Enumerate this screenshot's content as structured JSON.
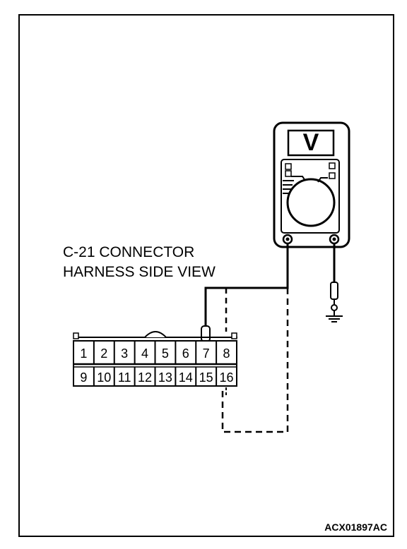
{
  "title_line1": "C-21 CONNECTOR",
  "title_line2": "HARNESS SIDE VIEW",
  "meter_mode": "V",
  "figure_code": "ACX01897AC",
  "pins_row1": [
    "1",
    "2",
    "3",
    "4",
    "5",
    "6",
    "7",
    "8"
  ],
  "pins_row2": [
    "9",
    "10",
    "11",
    "12",
    "13",
    "14",
    "15",
    "16"
  ],
  "icons": [
    "voltmeter-icon",
    "ground-symbol-icon"
  ]
}
